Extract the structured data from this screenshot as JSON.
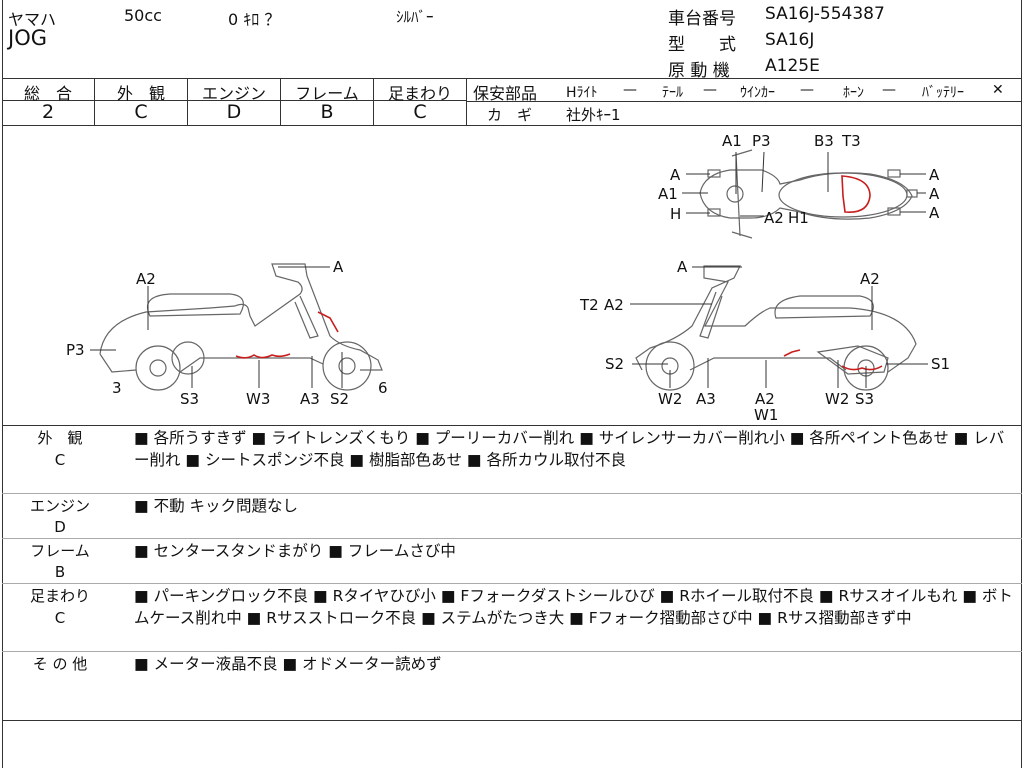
{
  "header": {
    "maker": "ヤマハ",
    "displacement": "50cc",
    "mileage": "0 ｷﾛ ？",
    "color": "ｼﾙﾊﾞｰ",
    "model_name": "JOG",
    "frame_no_label": "車台番号",
    "frame_no": "SA16J-554387",
    "type_label": "型　　式",
    "type_value": "SA16J",
    "engine_label": "原 動 機",
    "engine_value": "A125E"
  },
  "grades": [
    {
      "label": "総　合",
      "value": "2"
    },
    {
      "label": "外　観",
      "value": "C"
    },
    {
      "label": "エンジン",
      "value": "D"
    },
    {
      "label": "フレーム",
      "value": "B"
    },
    {
      "label": "足まわり",
      "value": "C"
    }
  ],
  "safety": {
    "label": "保安部品",
    "items": [
      {
        "name": "Hﾗｲﾄ",
        "status": "—"
      },
      {
        "name": "ﾃｰﾙ",
        "status": "—"
      },
      {
        "name": "ｳｲﾝｶｰ",
        "status": "—"
      },
      {
        "name": "ﾎｰﾝ",
        "status": "—"
      },
      {
        "name": "ﾊﾞｯﾃﾘｰ",
        "status": "✕"
      }
    ],
    "key_label": "カ　ギ",
    "key_value": "社外ｷｰ1"
  },
  "diagram_labels": {
    "top": [
      "A1",
      "P3",
      "B3",
      "T3",
      "A",
      "A1",
      "H",
      "A2",
      "H1",
      "A",
      "A",
      "A"
    ],
    "left": [
      "A2",
      "A",
      "P3",
      "3",
      "S3",
      "W3",
      "A3",
      "S2",
      "6"
    ],
    "right": [
      "A",
      "A2",
      "T2",
      "A2",
      "S2",
      "S1",
      "W2",
      "A3",
      "A2",
      "W1",
      "W2",
      "S3"
    ]
  },
  "sections": [
    {
      "label": "外　観",
      "grade": "C",
      "text": "■ 各所うすきず ■ ライトレンズくもり ■ プーリーカバー削れ ■ サイレンサーカバー削れ小 ■ 各所ペイント色あせ ■ レバー削れ ■ シートスポンジ不良 ■ 樹脂部色あせ ■ 各所カウル取付不良"
    },
    {
      "label": "エンジン",
      "grade": "D",
      "text": "■ 不動 キック問題なし"
    },
    {
      "label": "フレーム",
      "grade": "B",
      "text": "■ センタースタンドまがり ■ フレームさび中"
    },
    {
      "label": "足まわり",
      "grade": "C",
      "text": "■ パーキングロック不良 ■ Rタイヤひび小 ■ Fフォークダストシールひび ■ Rホイール取付不良 ■ Rサスオイルもれ ■ ボトムケース削れ中 ■ Rサスストローク不良 ■ ステムがたつき大 ■ Fフォーク摺動部さび中 ■ Rサス摺動部きず中"
    },
    {
      "label": "そ の 他",
      "grade": "",
      "text": "■ メーター液晶不良 ■ オドメーター読めず"
    }
  ],
  "colors": {
    "damage_mark": "#c81e1e",
    "line": "#333333",
    "sketch": "#666666"
  }
}
